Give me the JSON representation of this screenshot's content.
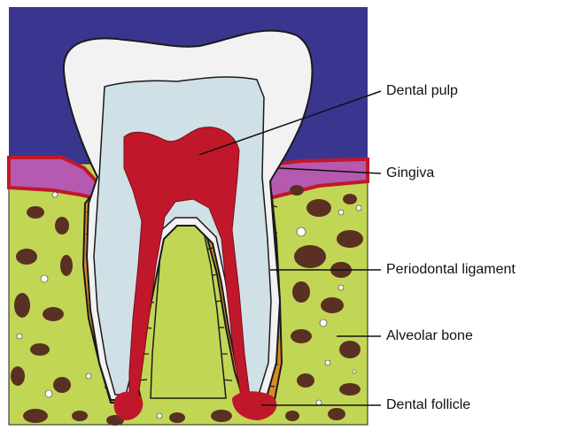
{
  "labels": {
    "dental_pulp": "Dental pulp",
    "gingiva": "Gingiva",
    "periodontal_ligament": "Periodontal ligament",
    "alveolar_bone": "Alveolar bone",
    "dental_follicle": "Dental follicle"
  },
  "colors": {
    "background_sky": "#3a3690",
    "bone": "#c2d655",
    "bone_spots": "#5a3022",
    "gingiva": "#b55ab0",
    "gingiva_rim": "#c01828",
    "ligament": "#d88a28",
    "enamel": "#f2f2f2",
    "dentin": "#cfe0e6",
    "pulp": "#c0182a",
    "outline": "#1a1a1a"
  }
}
